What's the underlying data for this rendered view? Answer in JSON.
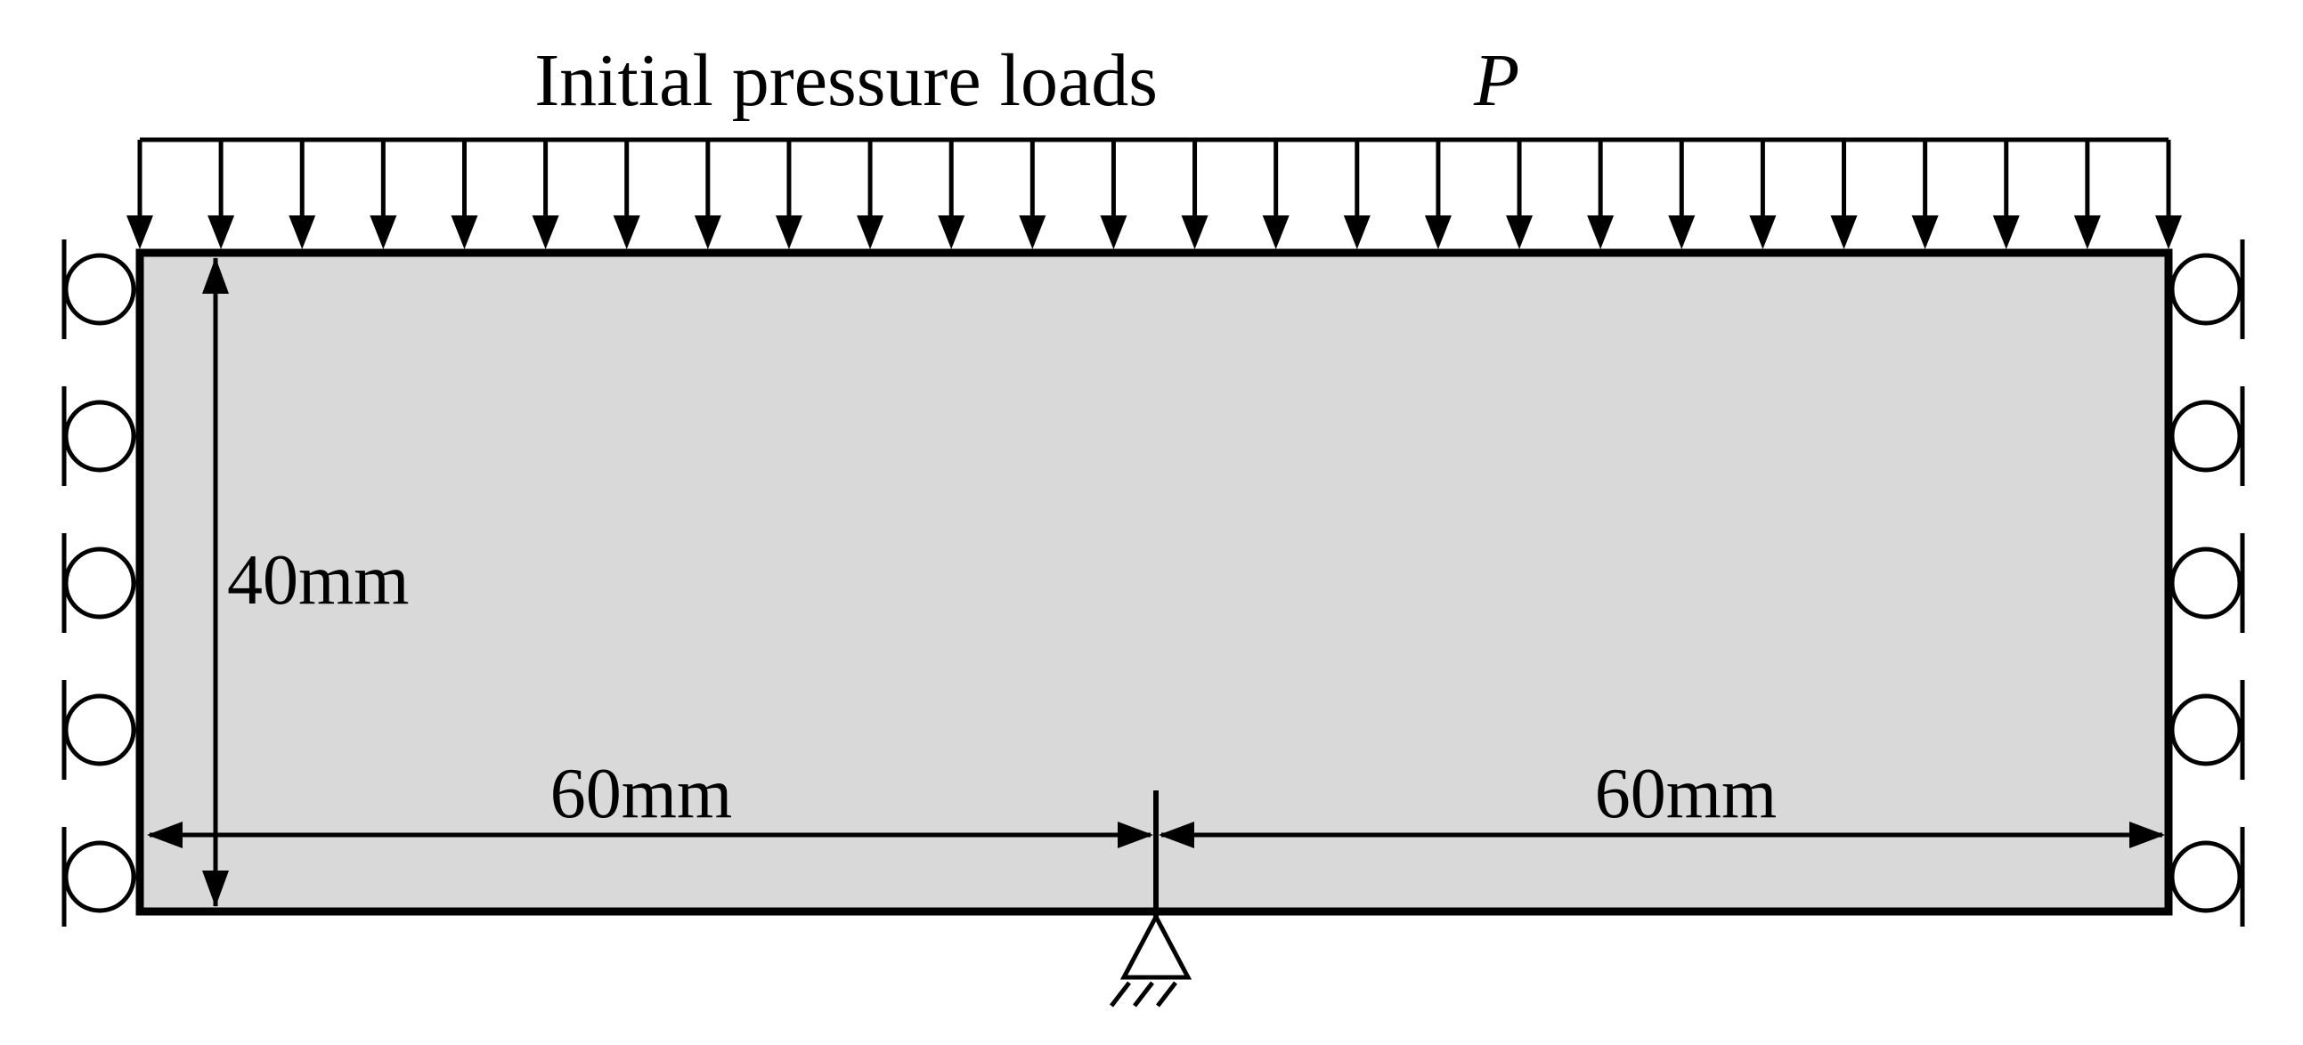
{
  "title": {
    "text": "Initial pressure loads",
    "symbol": "P"
  },
  "dimensions": {
    "height": "40mm",
    "left_width": "60mm",
    "right_width": "60mm"
  },
  "colors": {
    "specimen_fill": "#d9d9d9",
    "line": "#000000",
    "background": "#ffffff"
  },
  "load_arrows": 26,
  "rollers_per_side": 5
}
